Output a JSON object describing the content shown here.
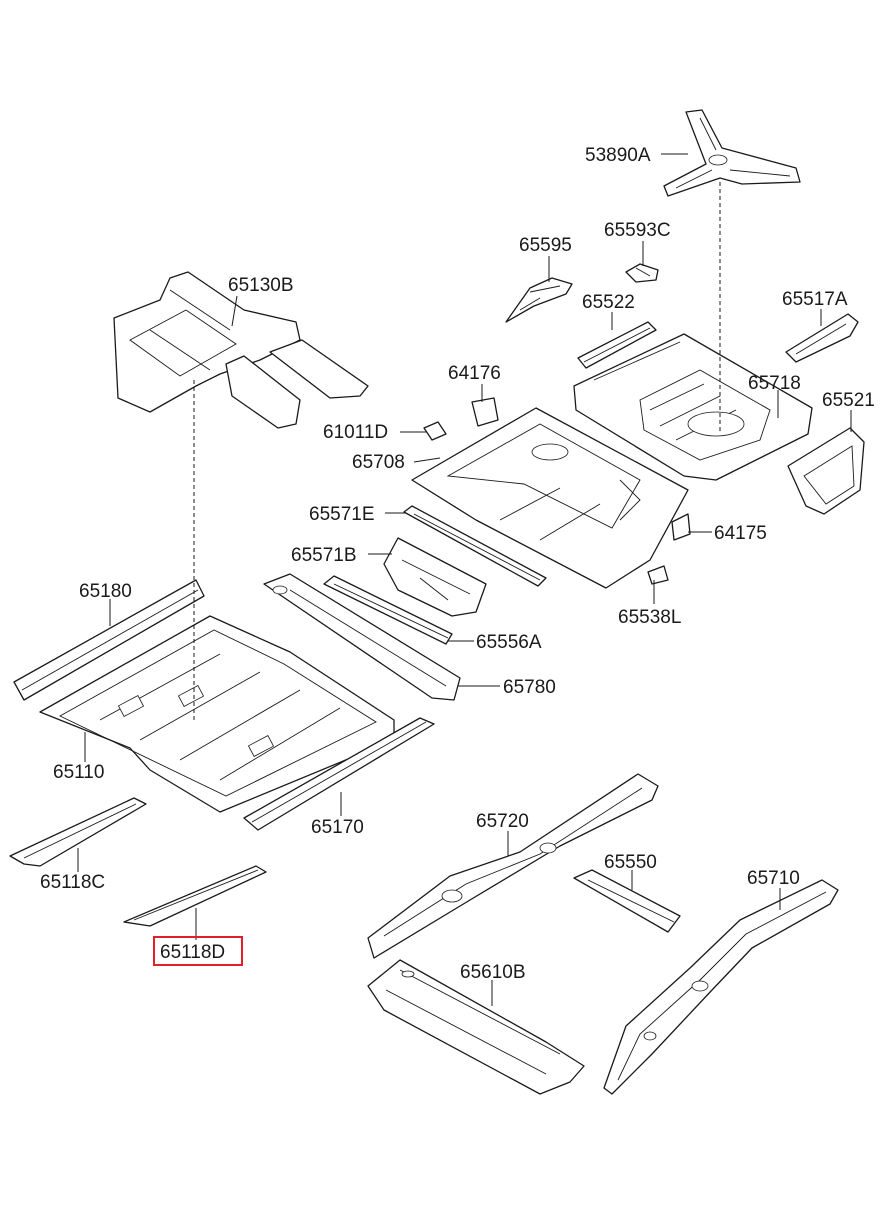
{
  "parts": [
    {
      "id": "p53890A",
      "label": "53890A"
    },
    {
      "id": "p65595",
      "label": "65595"
    },
    {
      "id": "p65593C",
      "label": "65593C"
    },
    {
      "id": "p65130B",
      "label": "65130B"
    },
    {
      "id": "p65522",
      "label": "65522"
    },
    {
      "id": "p65517A",
      "label": "65517A"
    },
    {
      "id": "p64176",
      "label": "64176"
    },
    {
      "id": "p65718",
      "label": "65718"
    },
    {
      "id": "p65521",
      "label": "65521"
    },
    {
      "id": "p61011D",
      "label": "61011D"
    },
    {
      "id": "p65708",
      "label": "65708"
    },
    {
      "id": "p65571E",
      "label": "65571E"
    },
    {
      "id": "p64175",
      "label": "64175"
    },
    {
      "id": "p65571B",
      "label": "65571B"
    },
    {
      "id": "p65180",
      "label": "65180"
    },
    {
      "id": "p65538L",
      "label": "65538L"
    },
    {
      "id": "p65556A",
      "label": "65556A"
    },
    {
      "id": "p65780",
      "label": "65780"
    },
    {
      "id": "p65110",
      "label": "65110"
    },
    {
      "id": "p65170",
      "label": "65170"
    },
    {
      "id": "p65720",
      "label": "65720"
    },
    {
      "id": "p65118C",
      "label": "65118C"
    },
    {
      "id": "p65550",
      "label": "65550"
    },
    {
      "id": "p65710",
      "label": "65710"
    },
    {
      "id": "p65118D",
      "label": "65118D"
    },
    {
      "id": "p65610B",
      "label": "65610B"
    }
  ],
  "highlighted": "65118D",
  "highlight_color": "#e0202a"
}
